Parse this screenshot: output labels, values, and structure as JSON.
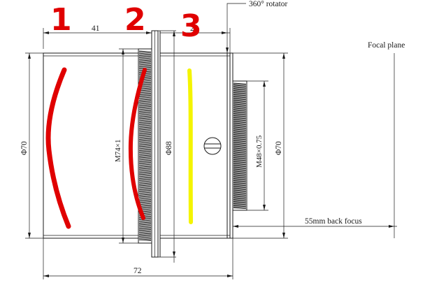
{
  "annotations": {
    "rotator_label": "360° rotator",
    "focal_plane_label": "Focal plane",
    "back_focus_label": "55mm back focus"
  },
  "dimensions": {
    "top_width_41": "41",
    "top_width_2": "2",
    "bottom_width_72": "72",
    "phi_70_left": "Φ70",
    "phi_70_right": "Φ70",
    "m74": "M74×1",
    "phi_88": "Φ88",
    "m48": "M48×0.75"
  },
  "handwritten_marks": {
    "mark_1": "1",
    "mark_2": "2",
    "mark_3": "3"
  },
  "colors": {
    "line": "#1a1a1a",
    "handwriting_red": "#e00000",
    "highlight_yellow": "#f4f400"
  }
}
